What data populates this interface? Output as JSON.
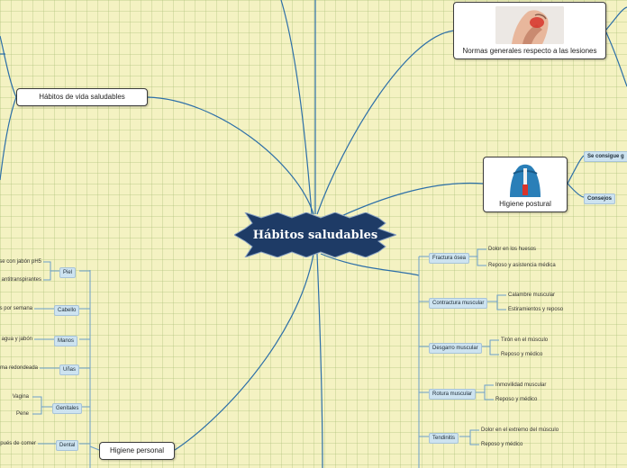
{
  "central": {
    "title": "Hábitos saludables",
    "color": "#1e3b66"
  },
  "main_nodes": {
    "habitos_vida": "Hábitos de vida saludables",
    "normas": "Normas generales respecto a las lesiones",
    "higiene_postural": "Higiene postural",
    "higiene_personal": "Higiene personal"
  },
  "postural_branches": {
    "se_consigue": "Se consigue g",
    "consejos": "Consejos"
  },
  "higiene_personal": {
    "categories": {
      "piel": "Piel",
      "cabello": "Cabello",
      "manos": "Manos",
      "unas": "Uñas",
      "genitales": "Genitales",
      "dental": "Dental"
    },
    "leaves": {
      "piel_1": "se con jabón pH5",
      "piel_2": "antitranspirantes",
      "cabello_1": "s por semana",
      "manos_1": "n agua y jabón",
      "unas_1": "rma redondeada",
      "genitales_1": "Vagina",
      "genitales_2": "Pene",
      "dental_1": "pués de comer"
    }
  },
  "lesiones": {
    "fractura": {
      "label": "Fractura ósea",
      "items": [
        "Dolor en los huesos",
        "Reposo y asistencia médica"
      ]
    },
    "contractura": {
      "label": "Contractura muscular",
      "items": [
        "Calambre muscular",
        "Estiramientos y reposo"
      ]
    },
    "desgarro": {
      "label": "Desgarro muscular",
      "items": [
        "Tirón en el músculo",
        "Reposo y médico"
      ]
    },
    "rotura": {
      "label": "Rotura muscular",
      "items": [
        "Inmovilidad muscular",
        "Reposo y médico"
      ]
    },
    "tendinitis": {
      "label": "Tendinitis",
      "items": [
        "Dolor en el extremo del músculo",
        "Reposo y médico"
      ]
    }
  },
  "colors": {
    "link": "#2d6fa8",
    "connector": "#6a9ec9"
  },
  "icons": {
    "normas_image": "knee-injury-photo",
    "postural_image": "spine-back-photo"
  }
}
